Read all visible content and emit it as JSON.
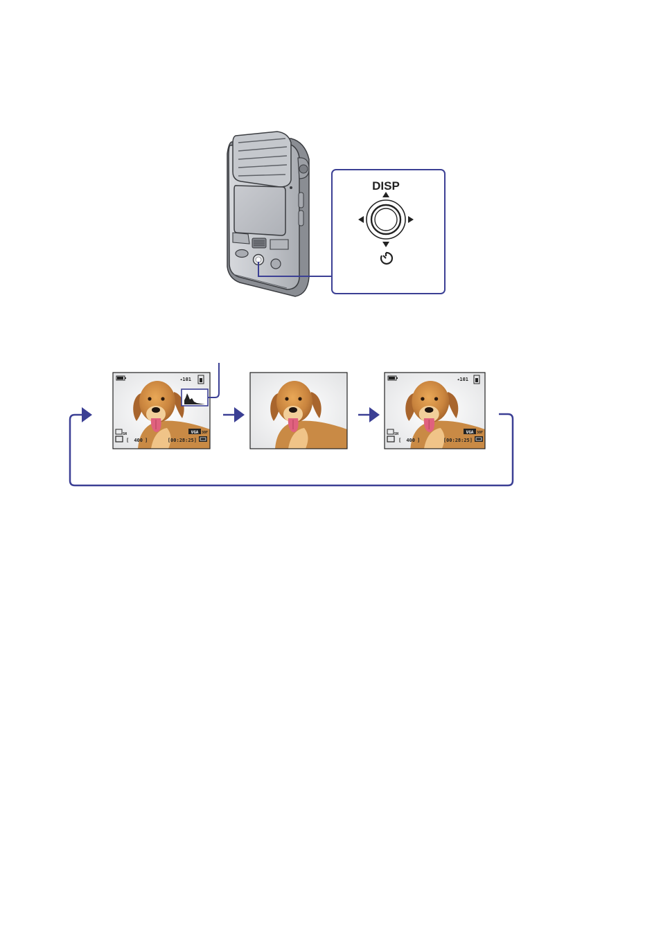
{
  "control_panel": {
    "disp_label": "DISP",
    "self_timer_icon": "self-timer-icon",
    "controls": [
      "up-arrow-icon",
      "down-arrow-icon",
      "left-arrow-icon",
      "right-arrow-icon",
      "center-button"
    ]
  },
  "screens": [
    {
      "name": "histogram-display",
      "shows_histogram": true,
      "shows_indicators": true,
      "image_count": "400",
      "remaining_time": "[00:28:25]",
      "movie_size": "VGA",
      "frame_rate": "30fps",
      "quality": "SN"
    },
    {
      "name": "indicators-off",
      "shows_histogram": false,
      "shows_indicators": false
    },
    {
      "name": "indicators-on",
      "shows_histogram": false,
      "shows_indicators": true,
      "image_count": "400",
      "remaining_time": "[00:28:25]",
      "movie_size": "VGA",
      "frame_rate": "30fps",
      "quality": "SN"
    }
  ],
  "colors": {
    "accent": "#3b3f94",
    "camera_body": "#b9bcc2",
    "camera_dark": "#6d7077"
  }
}
